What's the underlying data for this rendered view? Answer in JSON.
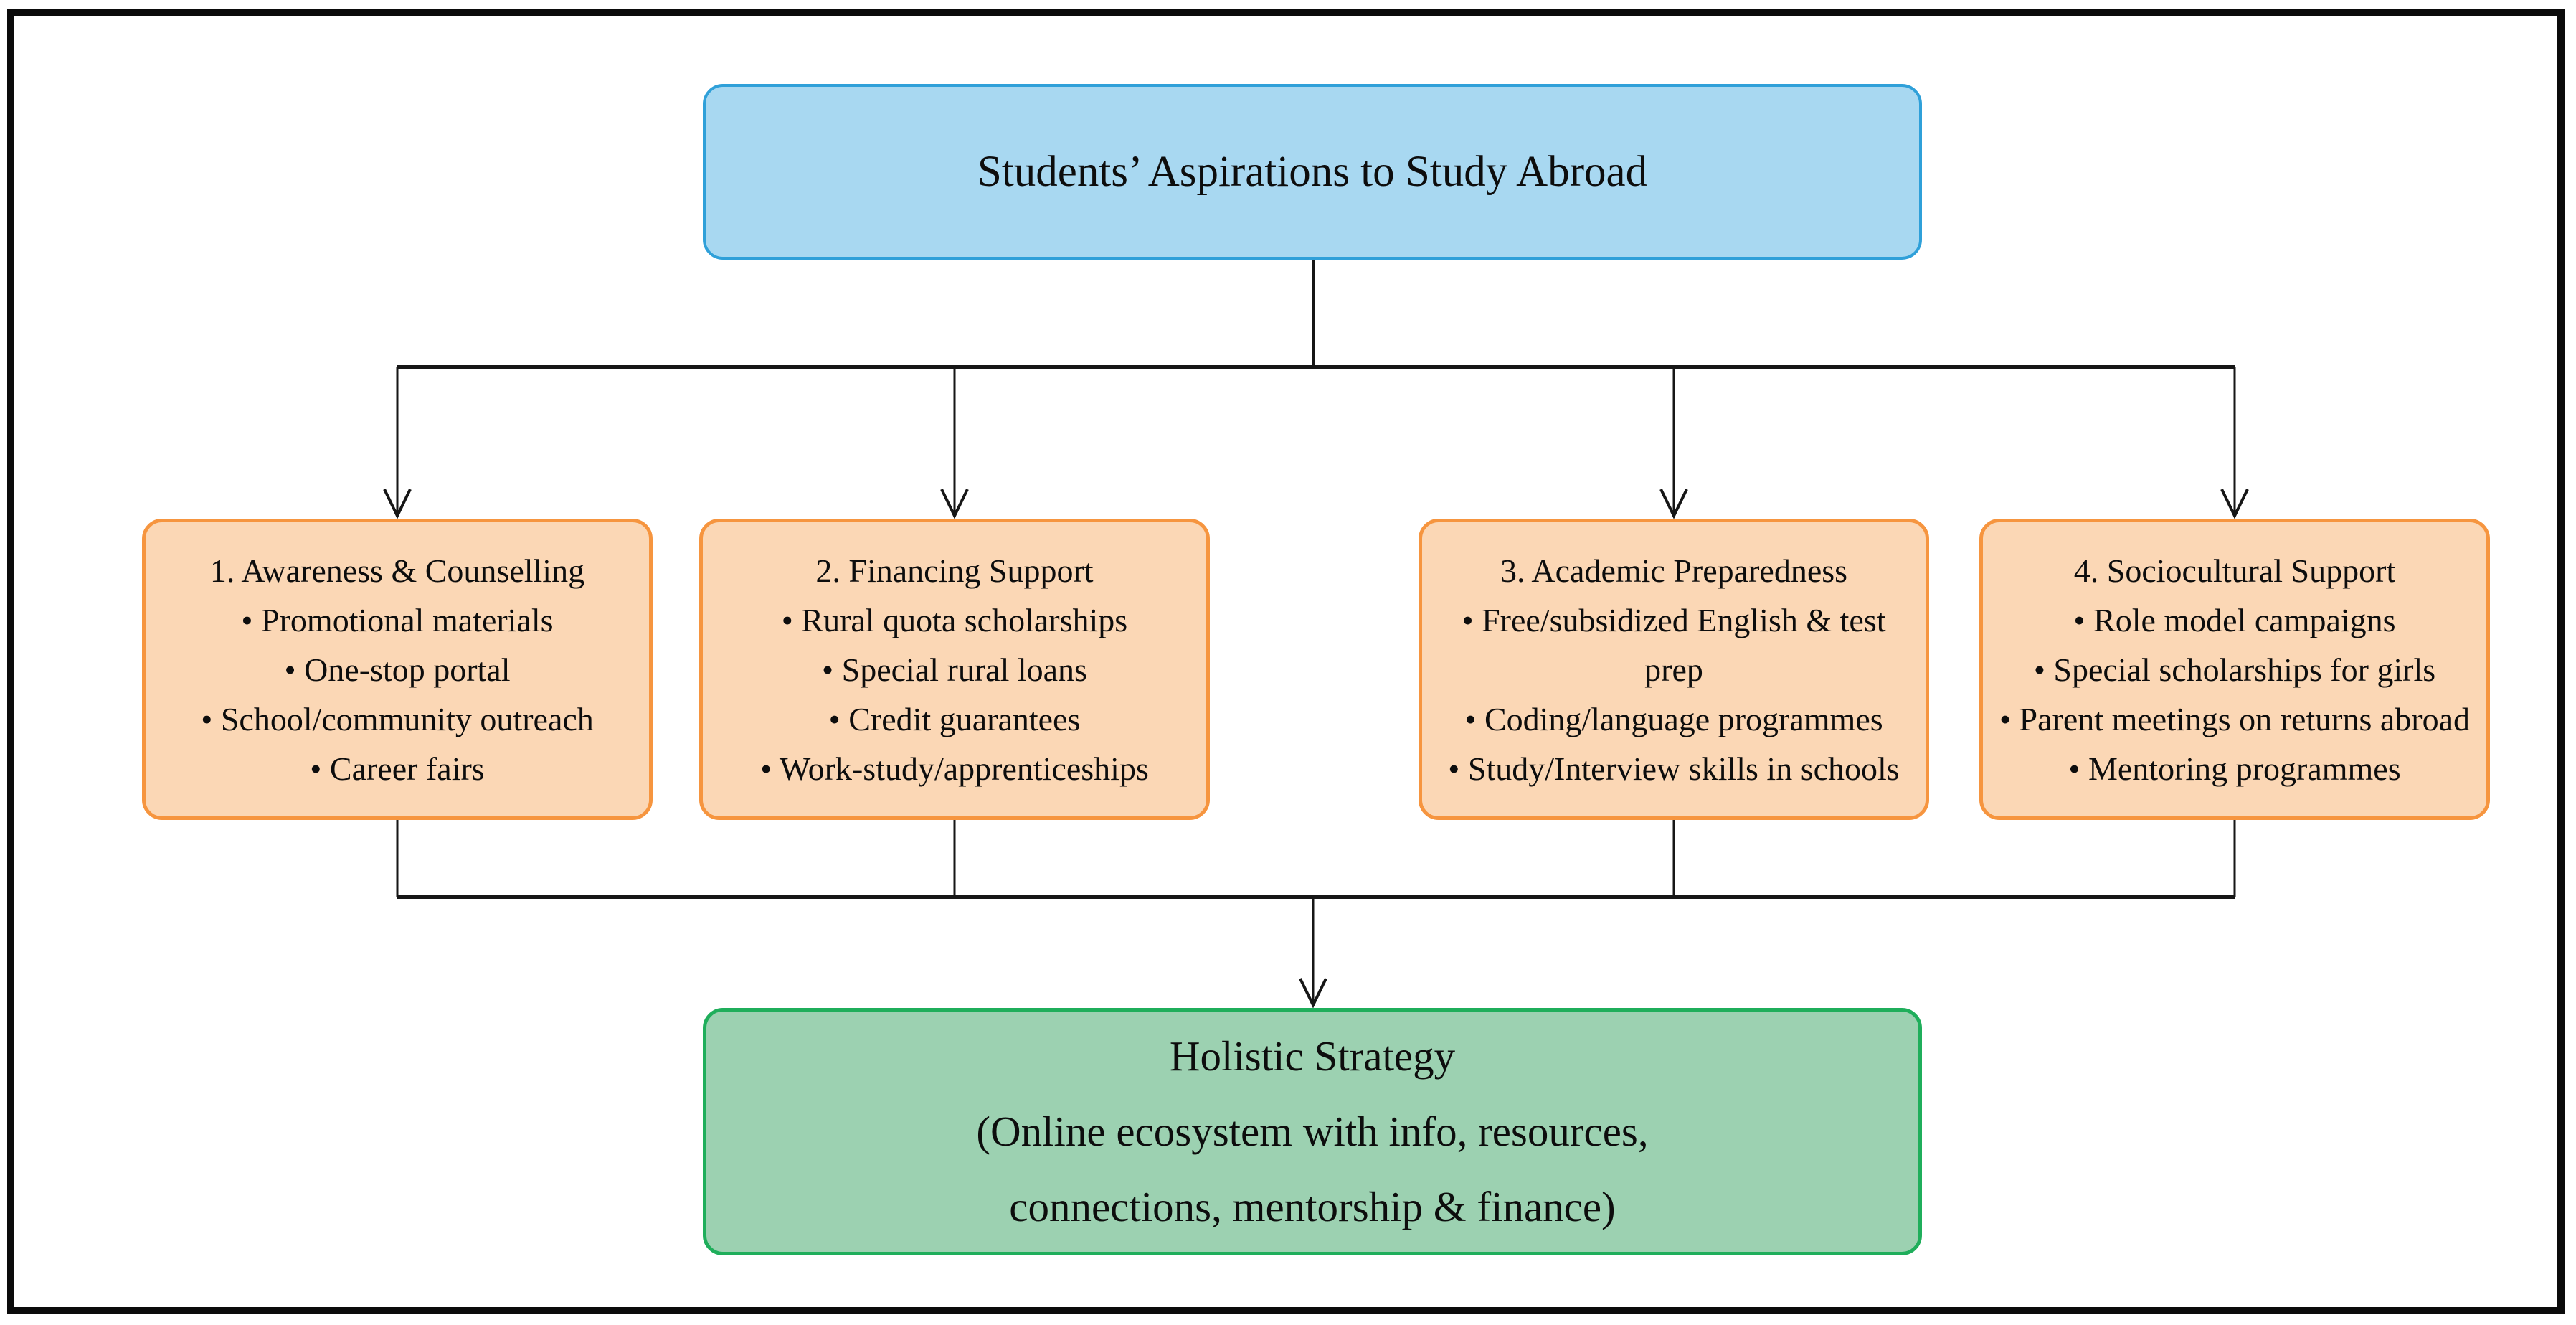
{
  "diagram": {
    "root_label": "Students’ Aspirations to Study Abroad",
    "pillars": [
      {
        "title": "1. Awareness & Counselling",
        "bullets": [
          "• Promotional materials",
          "• One-stop portal",
          "• School/community outreach",
          "• Career fairs"
        ]
      },
      {
        "title": "2. Financing Support",
        "bullets": [
          "• Rural quota scholarships",
          "• Special rural loans",
          "• Credit guarantees",
          "• Work-study/apprenticeships"
        ]
      },
      {
        "title": "3. Academic Preparedness",
        "bullets": [
          "• Free/subsidized English & test prep",
          "• Coding/language programmes",
          "• Study/Interview skills in schools"
        ]
      },
      {
        "title": "4. Sociocultural Support",
        "bullets": [
          "• Role model campaigns",
          "• Special scholarships for girls",
          "• Parent meetings on returns abroad",
          "• Mentoring programmes"
        ]
      }
    ],
    "outcome_lines": [
      "Holistic Strategy",
      "(Online ecosystem with info, resources,",
      "connections, mentorship & finance)"
    ]
  },
  "colors": {
    "root_fill": "#a8d8f1",
    "root_border": "#2fa0d9",
    "pillar_fill": "#fbd7b5",
    "pillar_border": "#f6953f",
    "outcome_fill": "#9cd1b1",
    "outcome_border": "#1fae5b",
    "line": "#161616",
    "frame": "#0b0b0b",
    "text": "#0d0d0d"
  }
}
